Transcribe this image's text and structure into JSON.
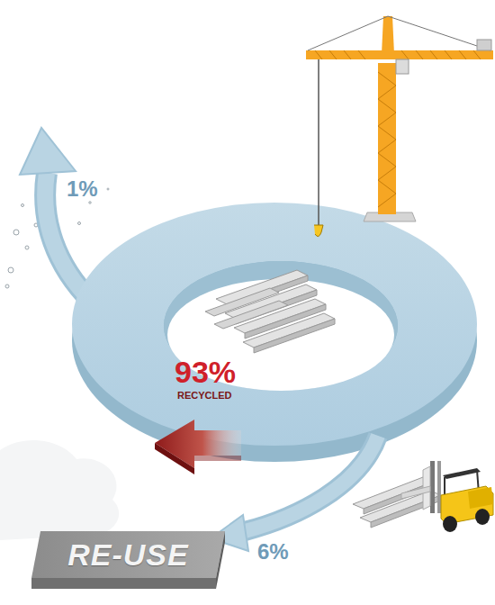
{
  "diagram": {
    "nodes": [
      {
        "text": [
          "RE-USE"
        ]
      }
    ],
    "labels": [
      "1%",
      "93%",
      "RECYCLED",
      "6%"
    ]
  }
}
